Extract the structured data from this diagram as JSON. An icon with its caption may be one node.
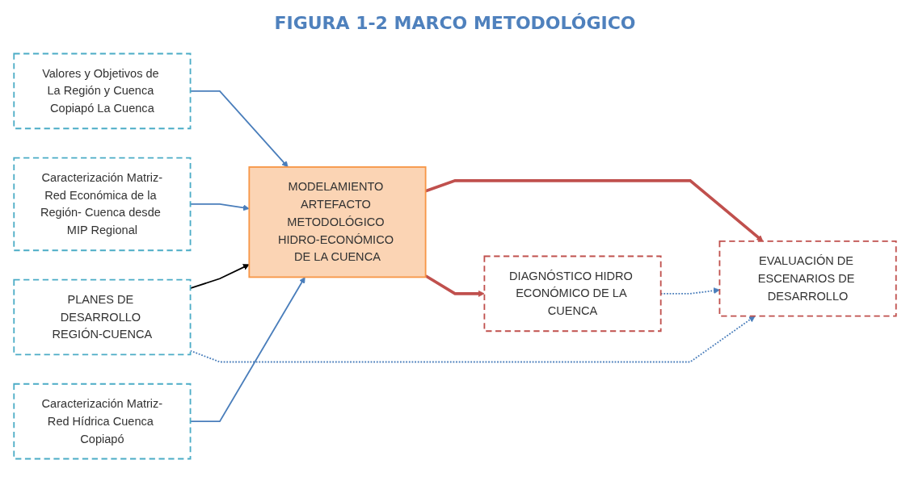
{
  "diagram": {
    "title": "FIGURA 1-2 MARCO METODOLÓGICO",
    "nodes": [
      {
        "text": [
          "Valores y Objetivos de La Región y Cuenca Copiapó La Cuenca"
        ]
      },
      {
        "text": [
          "Caracterización Matriz-Red Económica de la Región- Cuenca desde MIP Regional"
        ]
      },
      {
        "text": [
          "Caracterización Matriz-Red Hídrica Cuenca Copiapó"
        ]
      },
      {
        "text": [
          "PLANES DE DESARROLLO REGIÓN-CUENCA"
        ]
      },
      {
        "text": [
          "MODELAMIENTO ARTEFACTO METODOLÓGICO HIDRO-ECONÓMICO DE LA CUENCA"
        ]
      },
      {
        "text": [
          "EVALUACIÓN DE ESCENARIOS DE DESARROLLO"
        ]
      },
      {
        "text": [
          "DIAGNÓSTICO HIDRO ECONÓMICO DE LA CUENCA"
        ]
      }
    ],
    "edges": [
      {
        "from": 0,
        "to": 4,
        "arrow": "to",
        "color": "#4a7ebb"
      },
      {
        "from": 1,
        "to": 4,
        "arrow": "to",
        "color": "#4a7ebb"
      },
      {
        "from": 2,
        "to": 4,
        "arrow": "to",
        "color": "#4a7ebb"
      },
      {
        "from": 3,
        "to": 4,
        "arrow": "to",
        "color": "#000000"
      },
      {
        "from": 3,
        "to": 5,
        "arrow": "to",
        "style": "dashed",
        "color": "#4a7ebb"
      },
      {
        "from": 4,
        "to": 5,
        "arrow": "to",
        "style": "thick",
        "color": "#c0504d"
      },
      {
        "from": 4,
        "to": 6,
        "arrow": "to",
        "style": "thick",
        "color": "#c0504d"
      },
      {
        "from": 6,
        "to": 5,
        "arrow": "to",
        "style": "dashed",
        "color": "#4a7ebb"
      }
    ]
  }
}
